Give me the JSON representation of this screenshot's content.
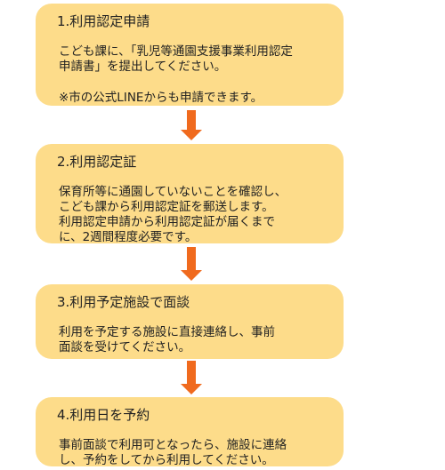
{
  "steps": [
    {
      "title": "1.利用認定申請",
      "lines": [
        "こども課に、「乳児等通園支援事業利用認定",
        "申請書」を提出してください。"
      ],
      "note": "※市の公式LINEからも申請できます。"
    },
    {
      "title": "2.利用認定証",
      "lines": [
        "保育所等に通園していないことを確認し、",
        "こども課から利用認定証を郵送します。",
        "利用認定申請から利用認定証が届くまで",
        "に、2週間程度必要です。"
      ]
    },
    {
      "title": "3.利用予定施設で面談",
      "lines": [
        "利用を予定する施設に直接連絡し、事前",
        "面談を受けてください。"
      ]
    },
    {
      "title": "4.利用日を予約",
      "lines": [
        "事前面談で利用可となったら、施設に連絡",
        "し、予約をしてから利用してください。"
      ]
    }
  ],
  "colors": {
    "box_fill": "#fddc8a",
    "arrow": "#f06a1e",
    "text": "#222222"
  }
}
